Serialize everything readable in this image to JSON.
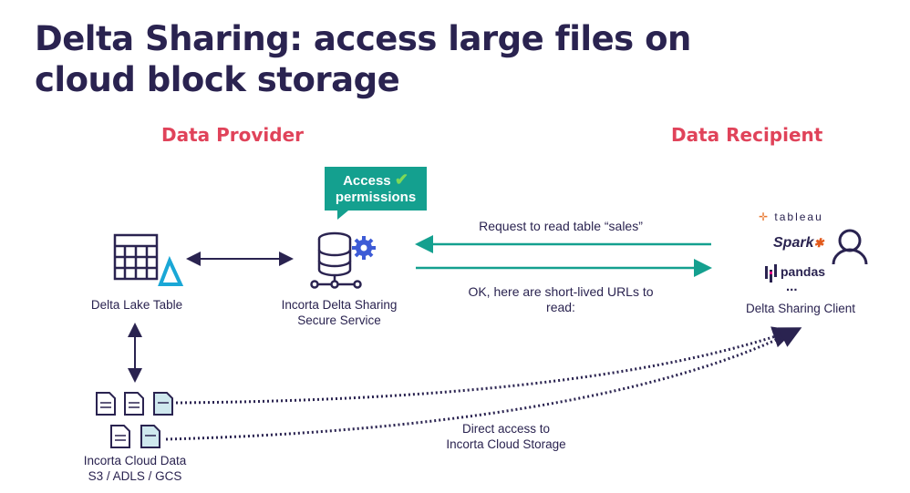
{
  "title": "Delta Sharing: access large files on cloud block storage",
  "title_lines": [
    "Delta Sharing: access large files on",
    "cloud block storage"
  ],
  "provider_heading": "Data Provider",
  "recipient_heading": "Data Recipient",
  "access_bubble": {
    "line1": "Access",
    "line2": "permissions",
    "icon": "checkmark-icon"
  },
  "nodes": {
    "delta_lake": "Delta Lake Table",
    "service_line1": "Incorta Delta Sharing",
    "service_line2": "Secure Service",
    "client": "Delta Sharing Client",
    "cloud_line1": "Incorta Cloud Data",
    "cloud_line2": "S3 / ADLS / GCS"
  },
  "client_logos": [
    "tableau",
    "Spark",
    "pandas",
    "..."
  ],
  "messages": {
    "request": "Request to read table “sales”",
    "response_line1": "OK, here are short-lived URLs to",
    "response_line2": "read:",
    "direct_line1": "Direct access to",
    "direct_line2": "Incorta Cloud Storage"
  },
  "colors": {
    "navy": "#2a2350",
    "accent_red": "#e0435a",
    "teal": "#14a08f",
    "gear_blue": "#3d5bd6",
    "delta_cyan": "#1aa7d6"
  }
}
